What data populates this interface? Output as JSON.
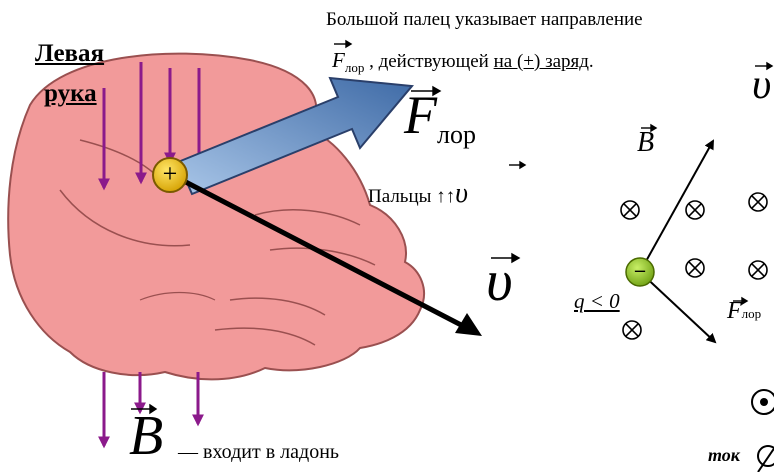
{
  "top_line1": "Большой палец указывает направление",
  "top_line2_sub": "лор",
  "top_line2_mid": " , действующей ",
  "top_line2_ul": "на (+) заряд",
  "top_line2_end": ".",
  "hand_title_1": "Левая",
  "hand_title_2": "рука",
  "force_symbol": "F",
  "force_sub": "лор",
  "plus_sign": "+",
  "fingers_label": "Пальцы ↑↑",
  "v_symbol": "υ",
  "b_symbol": "B",
  "b_label": "— входит в ладонь",
  "neg_sign": "–",
  "q_label": "q < 0",
  "right_b": "B",
  "right_v": "υ",
  "right_f": "F",
  "right_f_sub": "лор",
  "tok_label": "ток",
  "colors": {
    "field_lines": "#8b1a8b",
    "hand": "#f29a9a",
    "force_arrow": "#5b87c0",
    "positive_charge": "#e8b800",
    "negative_charge": "#8dbf1f"
  }
}
